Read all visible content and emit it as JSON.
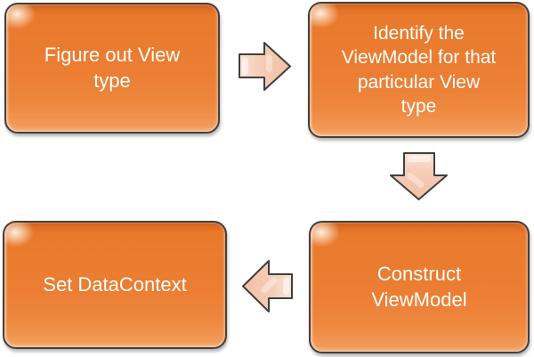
{
  "diagram": {
    "type": "flowchart",
    "background_color": "#FFFFFF",
    "box_fill_color": "#EB7E33",
    "box_border_color": "#44403D",
    "box_text_color": "#FFFFFF",
    "arrow_fill_color": "#F5C9B2",
    "arrow_highlight_color": "#FBE4D8",
    "arrow_border_color": "#3F3F3F",
    "steps": [
      {
        "order": 1,
        "label": "Figure out View\ntype"
      },
      {
        "order": 2,
        "label": "Identify the\nViewModel for that\nparticular View\ntype"
      },
      {
        "order": 3,
        "label": "Construct\nViewModel"
      },
      {
        "order": 4,
        "label": "Set DataContext"
      }
    ],
    "arrows": [
      {
        "from_step": 1,
        "to_step": 2,
        "direction": "right"
      },
      {
        "from_step": 2,
        "to_step": 3,
        "direction": "down"
      },
      {
        "from_step": 3,
        "to_step": 4,
        "direction": "left"
      }
    ]
  }
}
